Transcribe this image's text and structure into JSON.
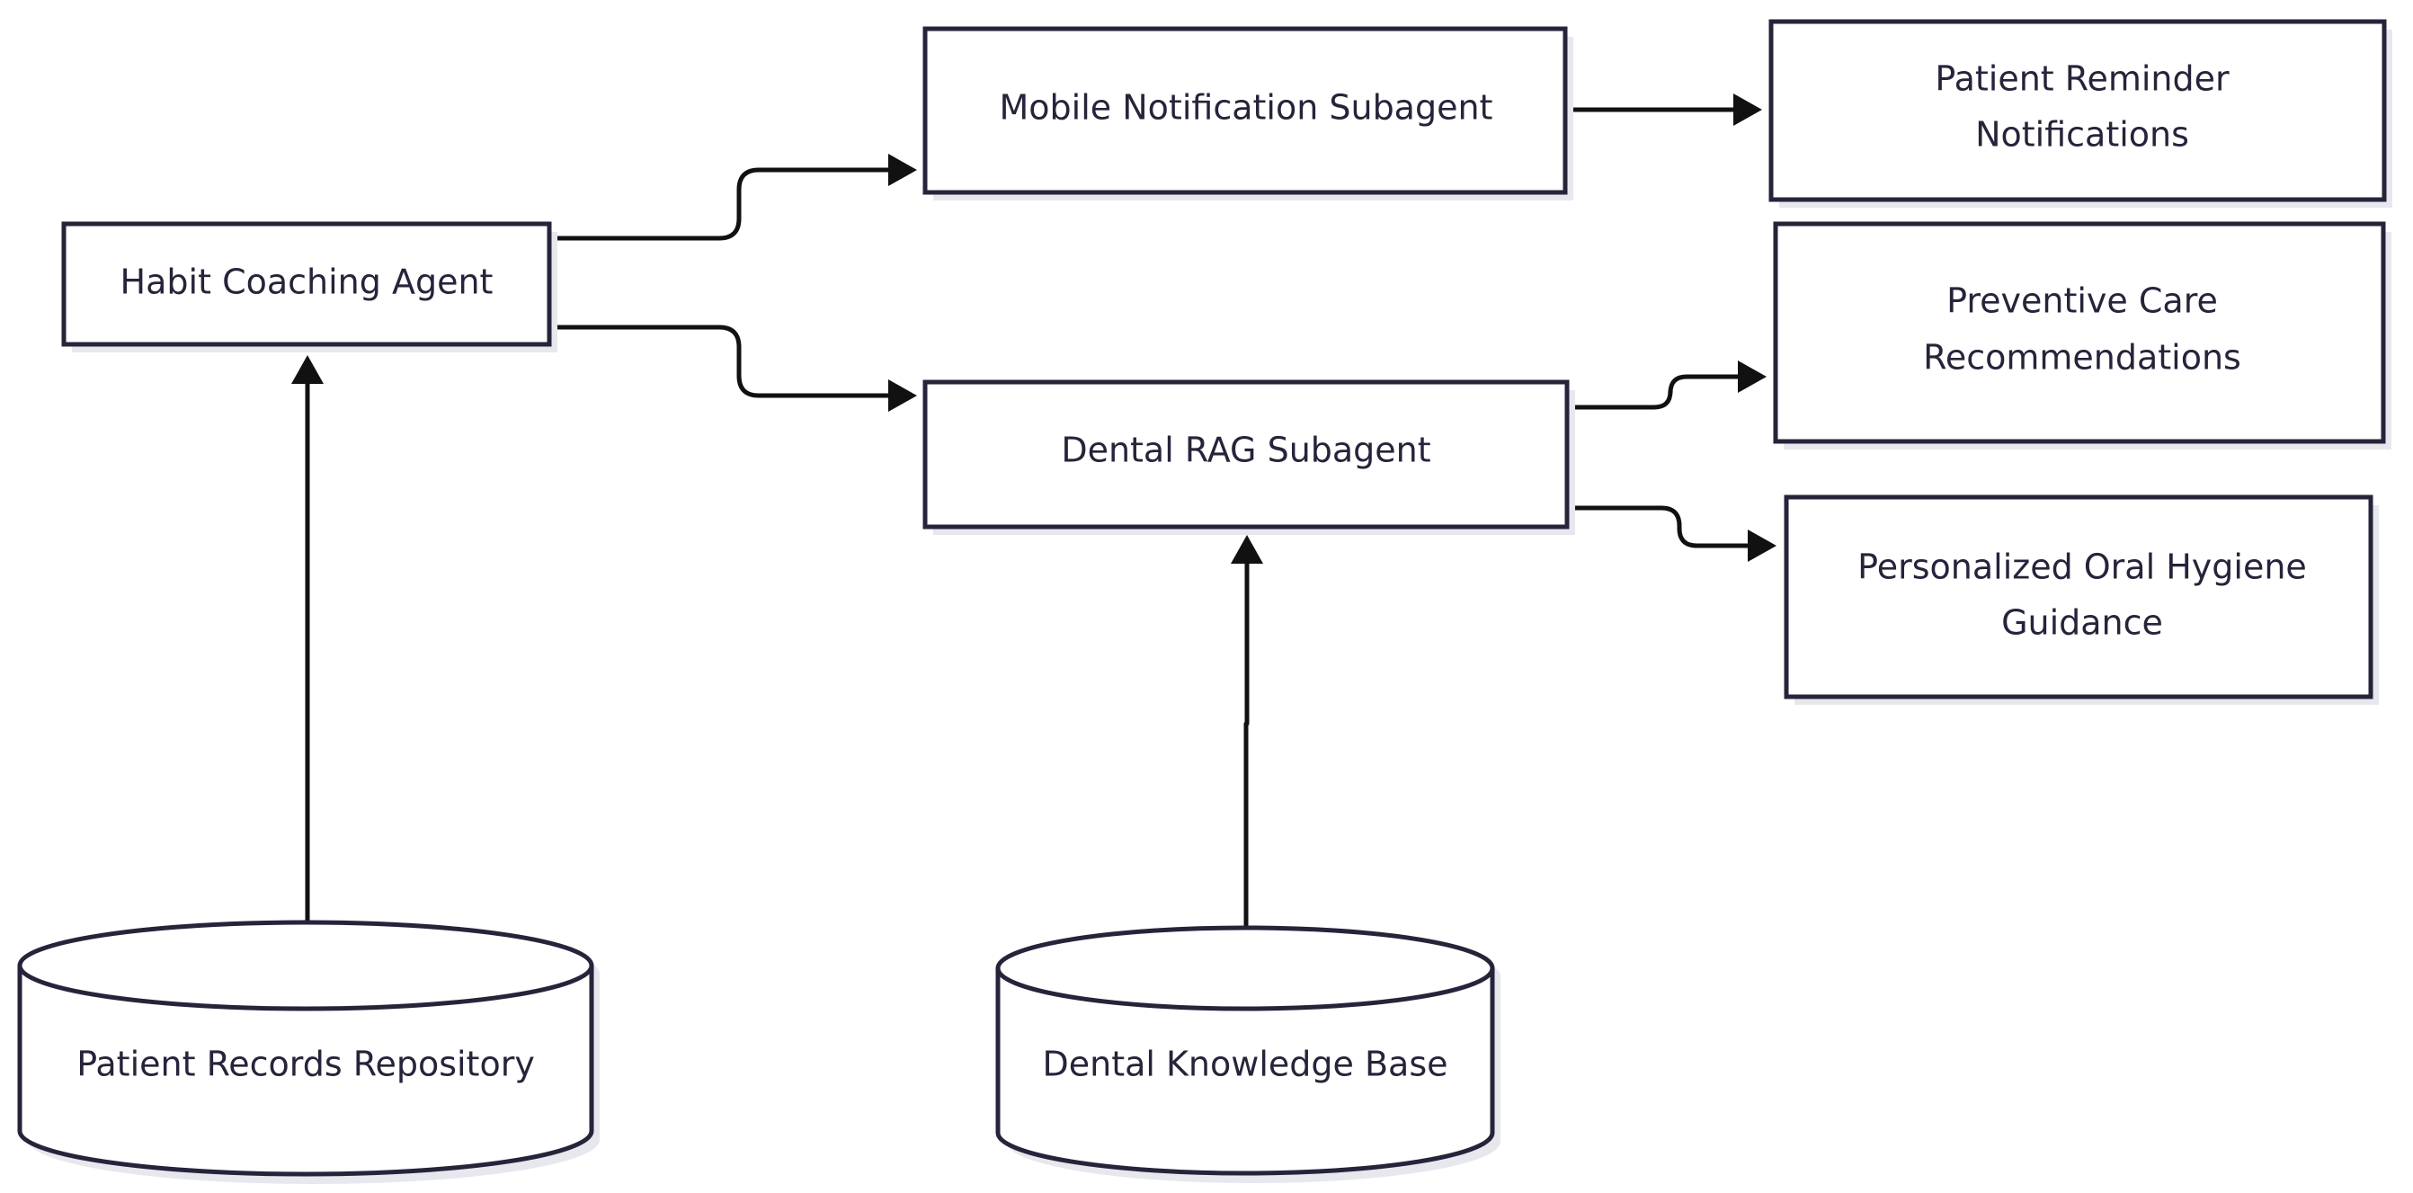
{
  "nodes": {
    "habit_coaching_agent": {
      "label": "Habit Coaching Agent"
    },
    "mobile_notification_subagent": {
      "label": "Mobile Notification Subagent"
    },
    "dental_rag_subagent": {
      "label": "Dental RAG Subagent"
    },
    "patient_reminder_notifications": {
      "lines": [
        "Patient Reminder",
        "Notifications"
      ]
    },
    "preventive_care_recommendations": {
      "lines": [
        "Preventive Care",
        "Recommendations"
      ]
    },
    "personalized_oral_hygiene_guidance": {
      "lines": [
        "Personalized Oral Hygiene",
        "Guidance"
      ]
    },
    "patient_records_repository": {
      "label": "Patient Records Repository"
    },
    "dental_knowledge_base": {
      "label": "Dental Knowledge Base"
    }
  },
  "edges": [
    {
      "from": "patient_records_repository",
      "to": "habit_coaching_agent"
    },
    {
      "from": "habit_coaching_agent",
      "to": "mobile_notification_subagent"
    },
    {
      "from": "habit_coaching_agent",
      "to": "dental_rag_subagent"
    },
    {
      "from": "mobile_notification_subagent",
      "to": "patient_reminder_notifications"
    },
    {
      "from": "dental_rag_subagent",
      "to": "preventive_care_recommendations"
    },
    {
      "from": "dental_rag_subagent",
      "to": "personalized_oral_hygiene_guidance"
    },
    {
      "from": "dental_knowledge_base",
      "to": "dental_rag_subagent"
    }
  ],
  "colors": {
    "node_stroke": "#25243a",
    "node_fill": "#ffffff",
    "edge": "#111111",
    "text": "#25243a",
    "shadow": "#e7e7ee"
  }
}
